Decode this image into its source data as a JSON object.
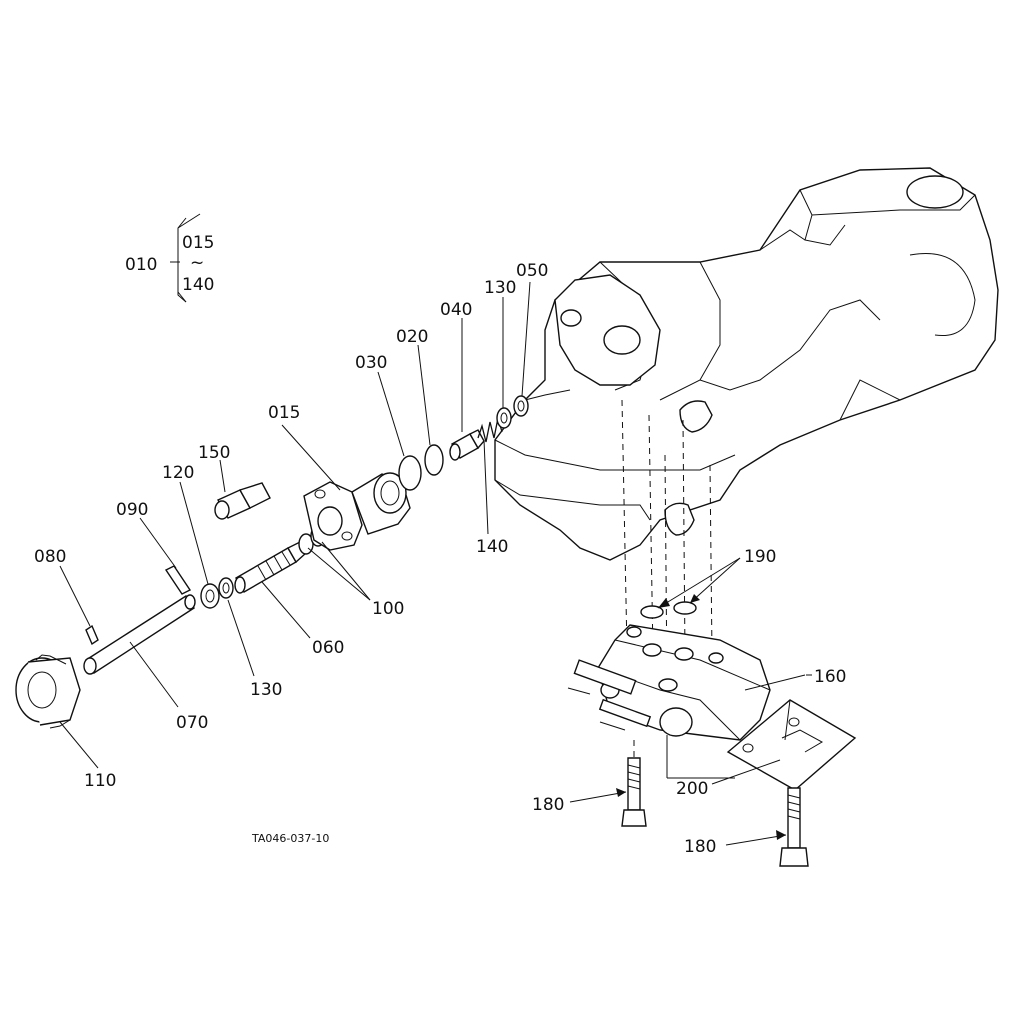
{
  "group": {
    "assembly": "010",
    "from": "015",
    "to": "140",
    "range_mark": "~"
  },
  "callouts": [
    "015",
    "020",
    "030",
    "040",
    "050",
    "060",
    "070",
    "080",
    "090",
    "100",
    "110",
    "120",
    "130",
    "130",
    "140",
    "150",
    "160",
    "180",
    "180",
    "190",
    "200"
  ],
  "drawing_code": "TA046-037-10",
  "colors": {
    "ink": "#111111",
    "paper": "#ffffff"
  }
}
